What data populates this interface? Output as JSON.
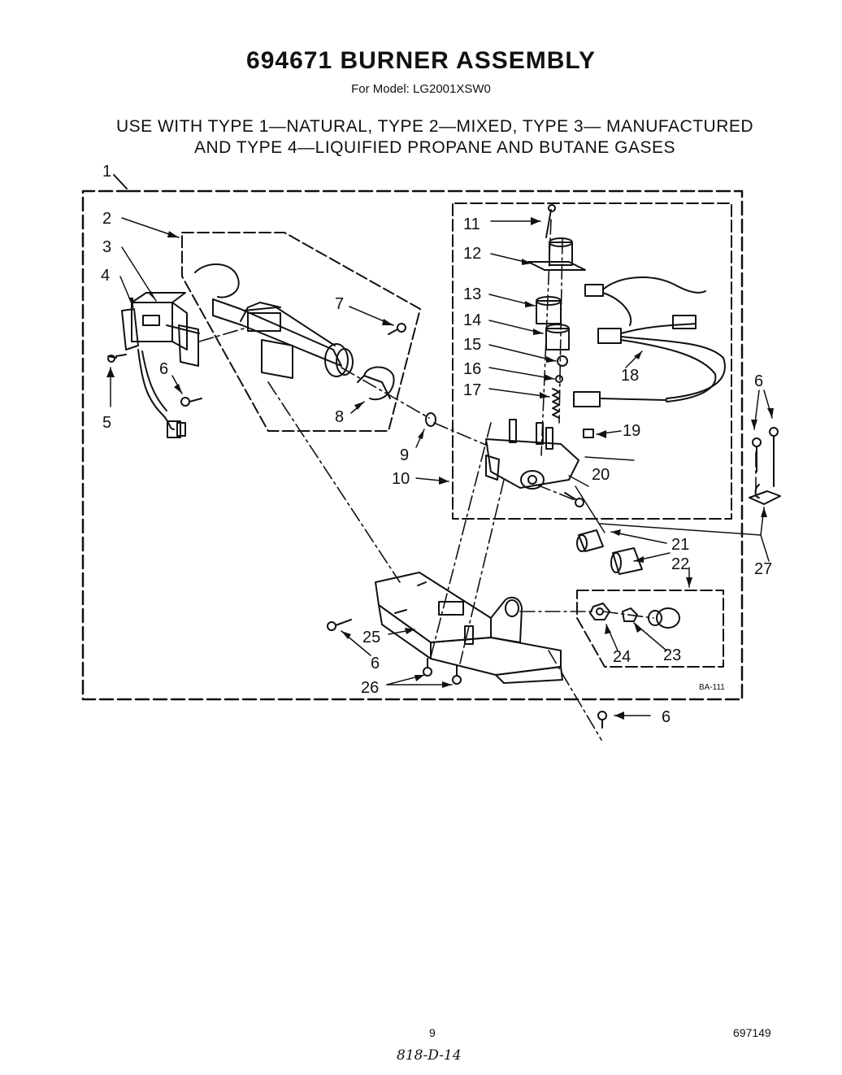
{
  "header": {
    "title": "694671 BURNER ASSEMBLY",
    "subtitle": "For Model: LG2001XSW0",
    "usage_line1": "USE WITH TYPE 1—NATURAL, TYPE 2—MIXED, TYPE 3— MANUFACTURED",
    "usage_line2": "AND TYPE 4—LIQUIFIED PROPANE AND BUTANE GASES"
  },
  "callouts": [
    "1",
    "2",
    "3",
    "4",
    "5",
    "6",
    "7",
    "8",
    "9",
    "10",
    "11",
    "12",
    "13",
    "14",
    "15",
    "16",
    "17",
    "18",
    "19",
    "20",
    "21",
    "22",
    "23",
    "24",
    "25",
    "26",
    "27"
  ],
  "repeat_callouts": {
    "six_right": "6",
    "six_bottom_left": "6",
    "six_bottom": "6"
  },
  "diagram_code": "BA-111",
  "footer": {
    "page_number": "9",
    "document_number": "697149",
    "handwritten_note": "818-D-14"
  }
}
